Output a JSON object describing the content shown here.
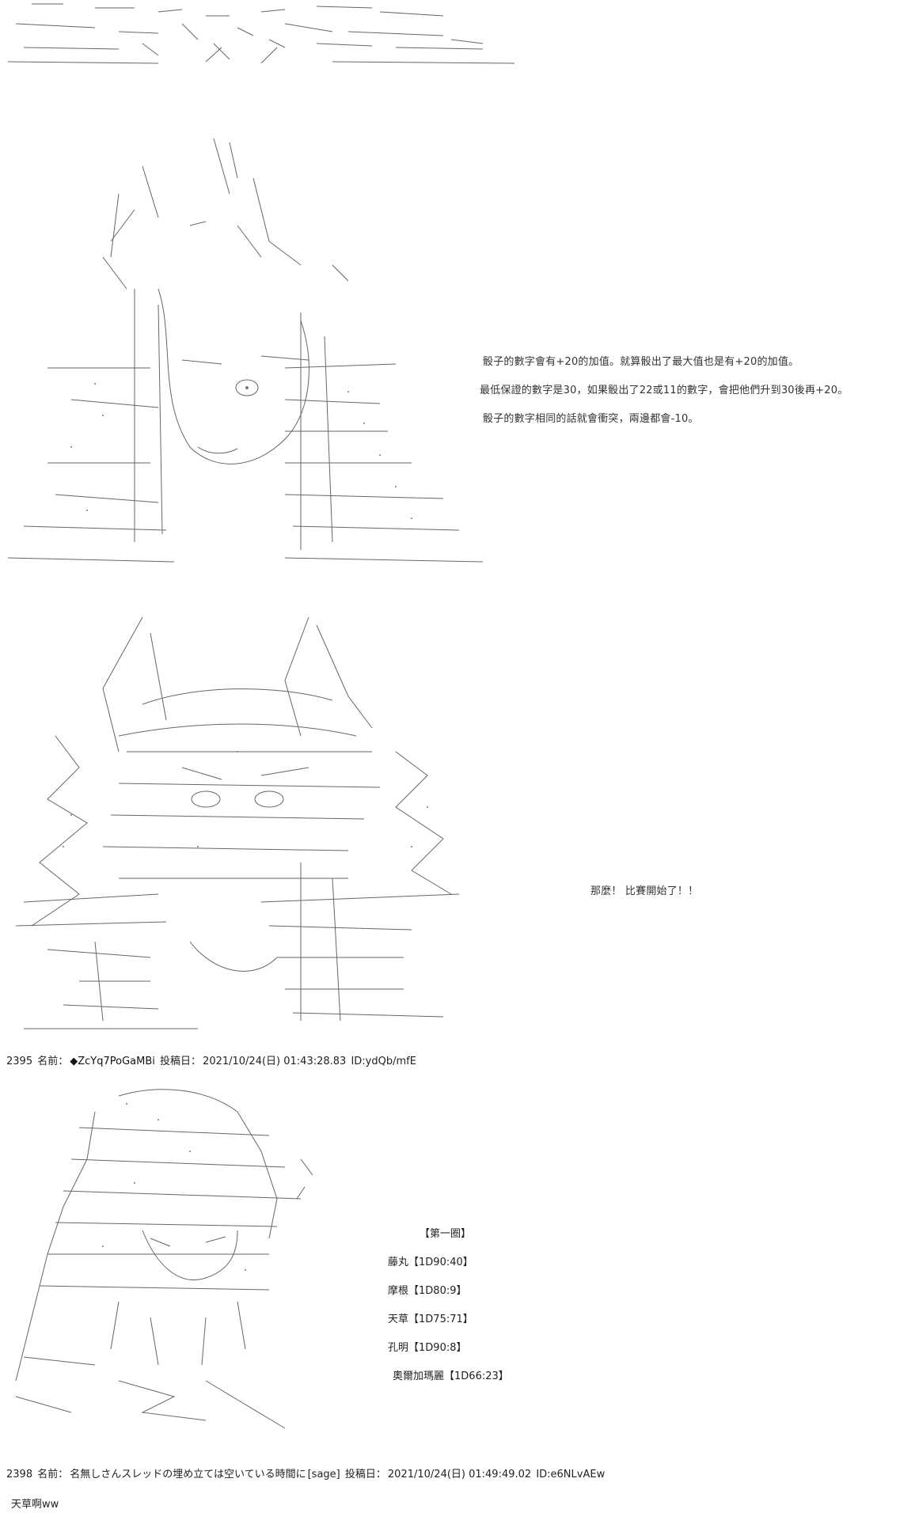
{
  "art_block_1": {
    "description_lines": [
      "骰子的數字會有+20的加值。就算骰出了最大值也是有+20的加值。",
      "最低保證的數字是30，如果骰出了22或11的數字，會把他們升到30後再+20。",
      "骰子的數字相同的話就會衝突，兩邊都會-10。"
    ]
  },
  "art_block_2": {
    "caption": "那麼！ 比賽開始了！！"
  },
  "post_2395": {
    "number": "2395",
    "name_label": "名前：",
    "name": "◆ZcYq7PoGaMBi",
    "posted_label": "投稿日：",
    "date": "2021/10/24(日) 01:43:28.83",
    "id": "ID:ydQb/mfE",
    "round_title": "【第一圈】",
    "rolls": [
      {
        "name": "藤丸",
        "roll": "【1D90:40】"
      },
      {
        "name": "摩根",
        "roll": "【1D80:9】"
      },
      {
        "name": "天草",
        "roll": "【1D75:71】"
      },
      {
        "name": "孔明",
        "roll": "【1D90:8】"
      },
      {
        "name": "奧爾加瑪麗",
        "roll": "【1D66:23】"
      }
    ]
  },
  "post_2398": {
    "number": "2398",
    "name_label": "名前：",
    "name": "名無しさんスレッドの埋め立ては空いている時間に",
    "mail": "[sage]",
    "posted_label": "投稿日：",
    "date": "2021/10/24(日) 01:49:49.02",
    "id": "ID:e6NLvAEw",
    "body": "天草啊ww"
  }
}
